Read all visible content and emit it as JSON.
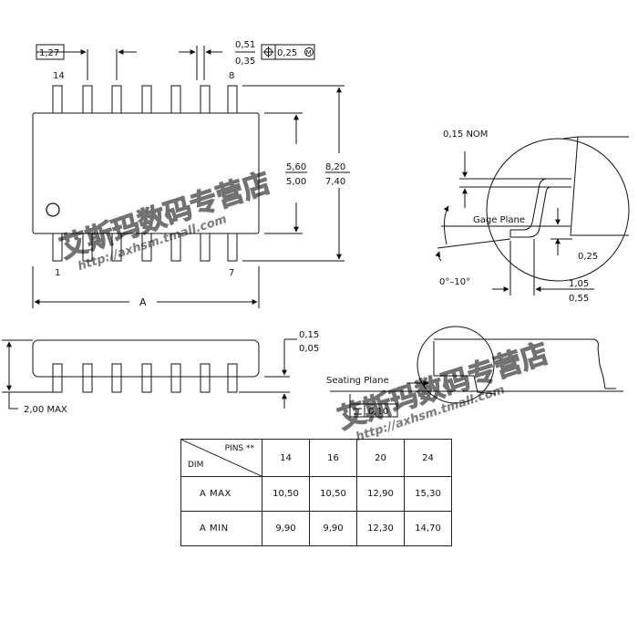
{
  "top_view": {
    "pitch": "1,27",
    "lead_width_max": "0,51",
    "lead_width_min": "0,35",
    "tolerance": "0,25",
    "tolerance_modifier": "M",
    "pin_14": "14",
    "pin_8": "8",
    "pin_1": "1",
    "pin_7": "7",
    "body_width_max": "5,60",
    "body_width_min": "5,00",
    "overall_width_max": "8,20",
    "overall_width_min": "7,40",
    "length_label": "A"
  },
  "side_view": {
    "standoff_max": "0,15",
    "standoff_min": "0,05",
    "height_max": "2,00 MAX",
    "seating_plane": "Seating Plane",
    "coplanarity": "0,10"
  },
  "detail_view": {
    "lead_thickness": "0,15 NOM",
    "gage_plane": "Gage Plane",
    "gage_offset": "0,25",
    "angle": "0°–10°",
    "foot_max": "1,05",
    "foot_min": "0,55"
  },
  "dim_table": {
    "pins_label": "PINS **",
    "dim_label": "DIM",
    "pin_counts": [
      "14",
      "16",
      "20",
      "24"
    ],
    "rows": [
      {
        "label": "A   MAX",
        "values": [
          "10,50",
          "10,50",
          "12,90",
          "15,30"
        ]
      },
      {
        "label": "A   MIN",
        "values": [
          "9,90",
          "9,90",
          "12,30",
          "14,70"
        ]
      }
    ]
  },
  "watermark": {
    "store_name": "艾斯玛数码专营店",
    "url": "http://axhsm.tmall.com"
  },
  "colors": {
    "line": "#111111",
    "watermark": "#000000",
    "background": "#ffffff"
  }
}
